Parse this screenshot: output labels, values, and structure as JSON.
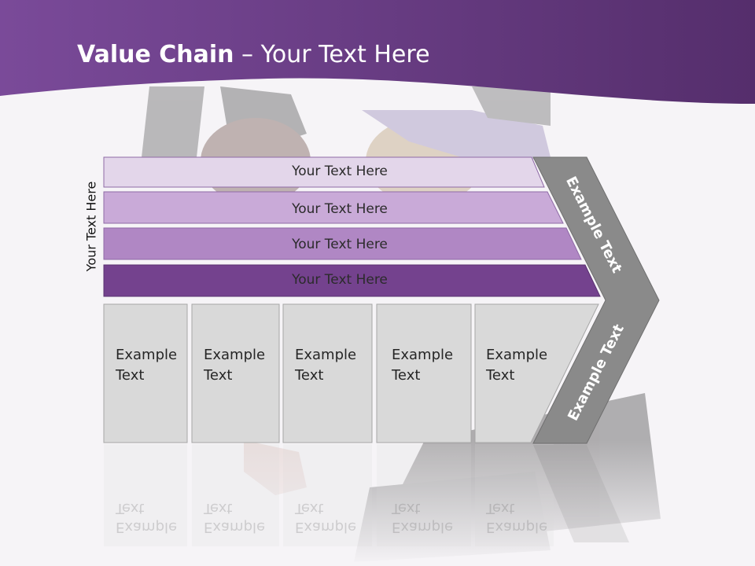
{
  "title": {
    "bold": "Value Chain",
    "rest": " – Your Text Here"
  },
  "side_label": "Your Text Here",
  "rows": [
    "Your Text Here",
    "Your Text Here",
    "Your Text Here",
    "Your Text Here"
  ],
  "boxes": [
    "Example\nText",
    "Example\nText",
    "Example\nText",
    "Example\nText",
    "Example\nText"
  ],
  "chevron": {
    "upper": "Example Text",
    "lower": "Example Text"
  },
  "colors": {
    "banner": "#6a3f86",
    "row1": "#e3d6ea",
    "row2": "#c9aad8",
    "row3": "#b087c4",
    "row4": "#74428e",
    "box": "#d9d9d9",
    "chevron": "#8a8a8a"
  }
}
